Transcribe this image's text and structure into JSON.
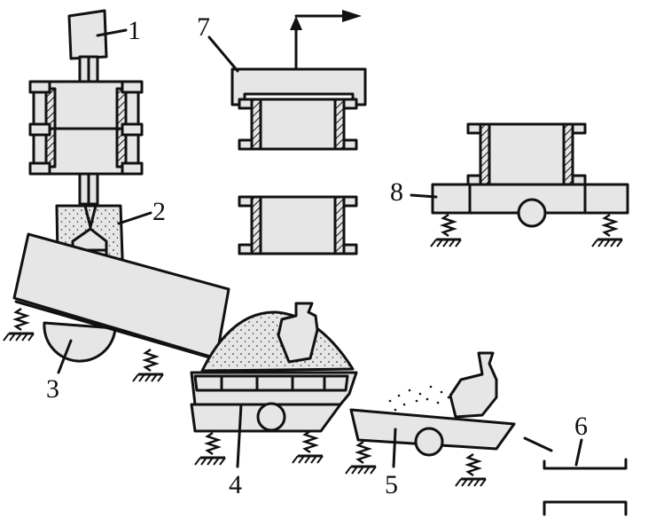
{
  "labels": {
    "l1": "1",
    "l2": "2",
    "l3": "3",
    "l4": "4",
    "l5": "5",
    "l6": "6",
    "l7": "7",
    "l8": "8"
  },
  "colors": {
    "ink": "#111111",
    "fill": "#e6e6e6",
    "background": "#ffffff"
  }
}
